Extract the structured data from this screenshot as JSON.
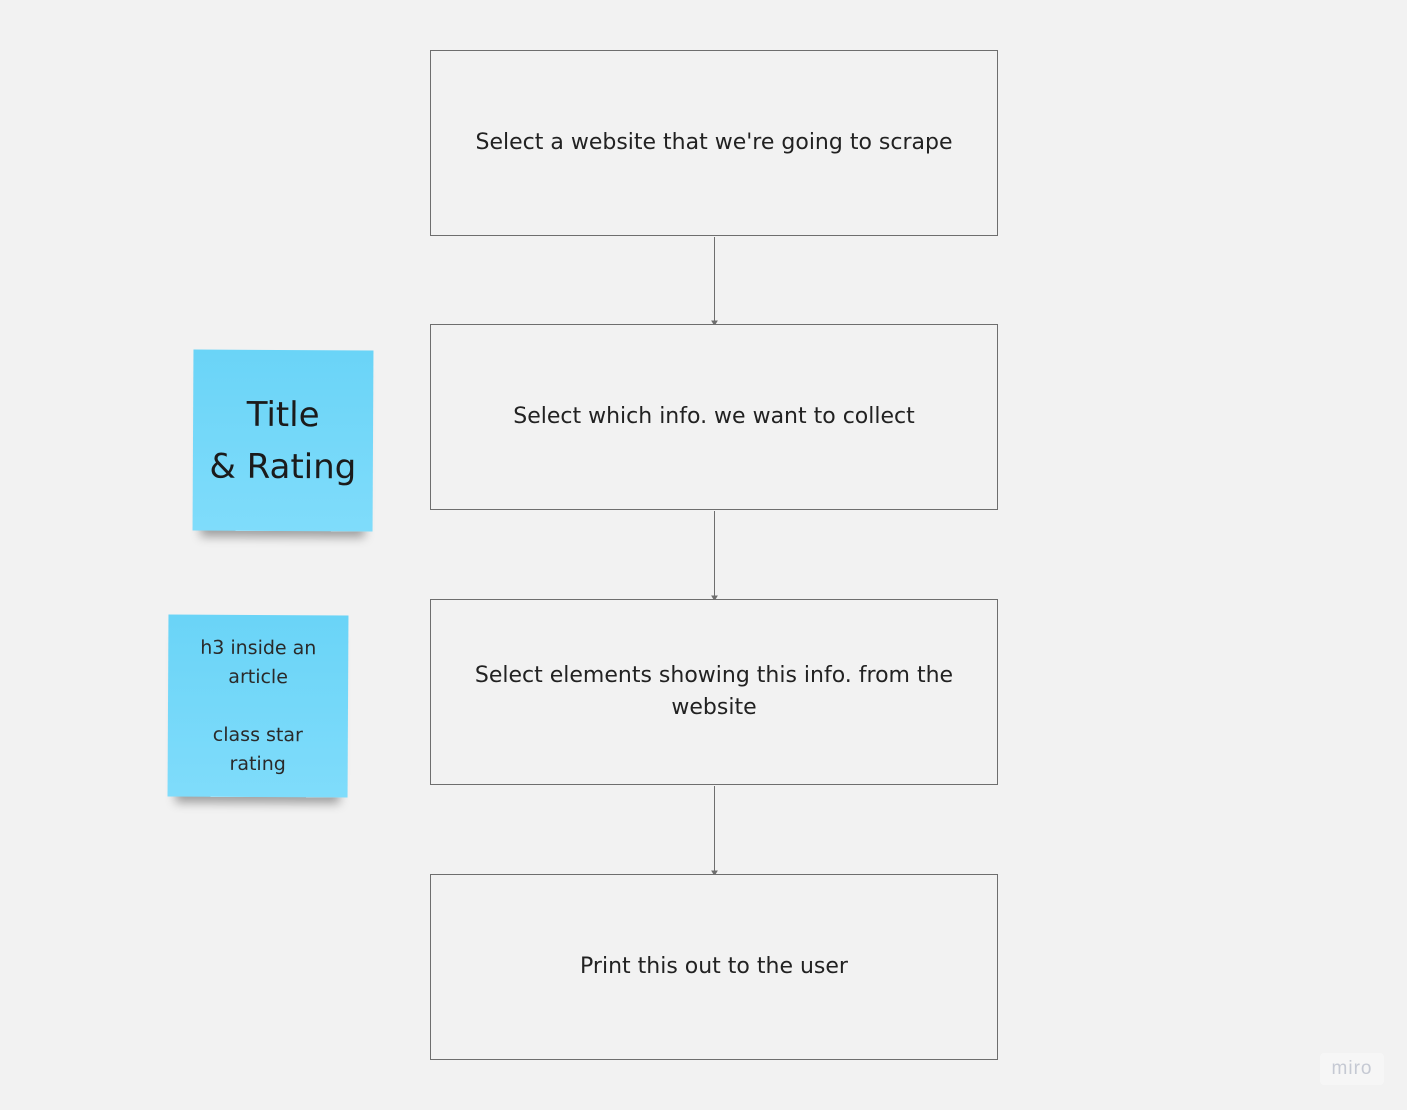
{
  "flowchart": {
    "steps": [
      {
        "label": "Select a website that we're going to scrape"
      },
      {
        "label": "Select which info. we want to collect"
      },
      {
        "label": "Select elements showing this info. from the website"
      },
      {
        "label": "Print this out to the user"
      }
    ],
    "connector_color": "#6e6e6e"
  },
  "sticky_notes": [
    {
      "text": "Title\n& Rating",
      "color": "#6ad4f7"
    },
    {
      "text": "h3 inside an article\n\nclass star rating",
      "color": "#6ad4f7"
    }
  ],
  "watermark": {
    "text": "miro"
  }
}
